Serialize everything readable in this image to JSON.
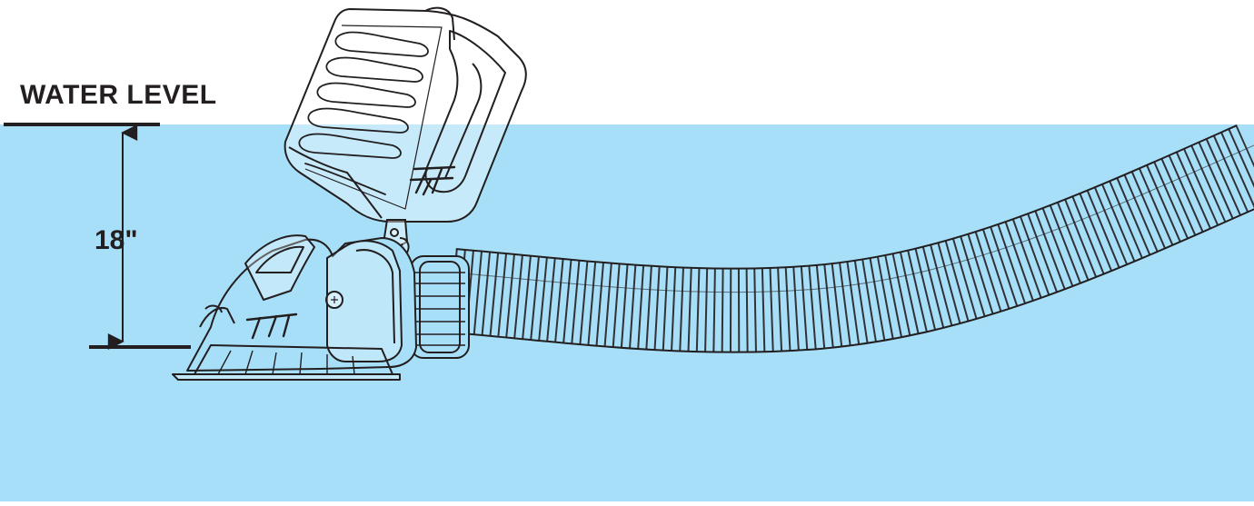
{
  "labels": {
    "water_level": "WATER LEVEL",
    "depth": "18\""
  },
  "icons": {
    "brand_logo": "tmt-logo"
  },
  "colors": {
    "water": "#a8dff8",
    "line": "#231f20",
    "background": "#ffffff"
  }
}
